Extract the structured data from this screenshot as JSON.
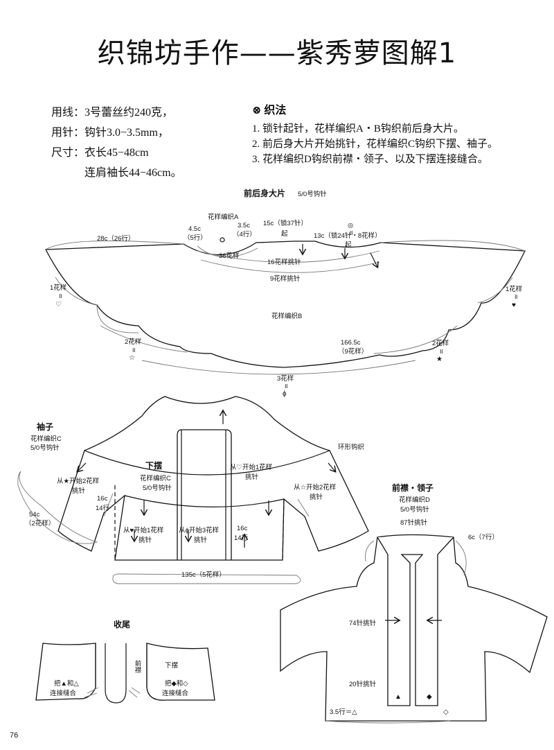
{
  "title": "织锦坊手作——紫秀萝图解1",
  "specs": [
    {
      "label": "用线：",
      "value": "3号蕾丝约240克，"
    },
    {
      "label": "用针：",
      "value": "钩针3.0−3.5mm，"
    },
    {
      "label": "尺寸：",
      "value": "衣长45−48cm"
    },
    {
      "label": "",
      "value": "连肩袖长44−46cm。"
    }
  ],
  "method": {
    "icon": "⊗",
    "title": "织法",
    "steps": [
      "1. 锁针起针，花样编织A・B钩织前后身大片。",
      "2. 前后身大片开始挑针，花样编织C钩织下摆、袖子。",
      "3. 花样编织D钩织前襟・领子、以及下摆连接缝合。"
    ]
  },
  "body_panel": {
    "title": "前后身大片",
    "hook": "5/0号钩针",
    "labels": {
      "pattern_a": "花样编织A",
      "c28": "28c（26行）",
      "c45": "4.5c",
      "r5": "（5行）",
      "c35": "3.5c",
      "r4": "（4行）",
      "c15": "15c（锁37针）",
      "start1": "起",
      "c13": "13c（锁24针・8花样）",
      "start2": "起",
      "p36": "36花样",
      "p16": "16花样挑针",
      "p9": "9花样挑针",
      "left_1": "1花样",
      "right_1": "1花样",
      "pattern_b": "花样编织B",
      "left_2": "2花样",
      "c1665": "166.5c",
      "p9b": "（9花样）",
      "right_2": "2花样",
      "p3": "3花样",
      "eq": "॥",
      "heart_open": "♡",
      "heart_solid": "♥",
      "star_open": "☆",
      "star_solid": "★",
      "phi": "ϕ",
      "ring": "◎"
    }
  },
  "sleeve": {
    "title": "袖子",
    "pattern": "花样编织C",
    "hook": "5/0号钩针",
    "pick_left": "从★开始2花样",
    "pick_word": "挑针",
    "c16": "16c",
    "r14": "14行",
    "c54": "54c",
    "p2": "（2花样）",
    "ring_chain": "环形钩织",
    "pick_right": "从☆开始2花样"
  },
  "hem": {
    "title": "下摆",
    "pattern": "花样编织C",
    "hook": "5/0号钩针",
    "pick_heart": "从♥开始1花样",
    "pick_phi": "从ϕ开始3花样",
    "pick_open_heart": "从♡开始1花样",
    "pick_word": "挑针",
    "c16": "16c",
    "r14": "14行",
    "c135": "135c（5花样）"
  },
  "placket": {
    "title": "前襟・领子",
    "pattern": "花样编织D",
    "hook": "5/0号钩针",
    "n87": "87针挑针",
    "c6": "6c（7行）",
    "n74": "74针挑针",
    "n20": "20针挑针",
    "r35": "3.5行＝△",
    "tri": "▲",
    "dia": "◆",
    "dia_open": "◇"
  },
  "finish": {
    "title": "收尾",
    "front": "前襟",
    "hem": "下摆",
    "join_left": "把▲和△",
    "join_left2": "连接缝合",
    "join_right": "把◆和◇",
    "join_right2": "连接缝合"
  },
  "page_number": "76"
}
